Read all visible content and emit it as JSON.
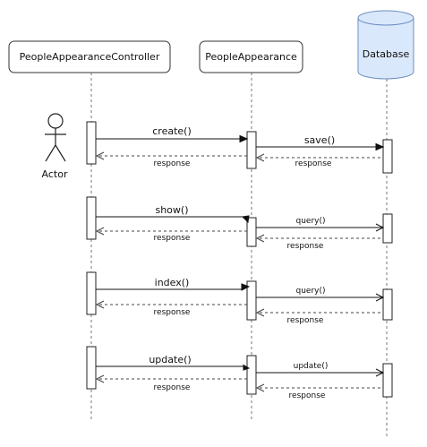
{
  "participants": {
    "controller": "PeopleAppearanceController",
    "model": "PeopleAppearance",
    "database": "Database",
    "actor": "Actor"
  },
  "colors": {
    "database_fill": "#dae8fc",
    "database_stroke": "#6c8ebf"
  },
  "messages": {
    "create": "create()",
    "create_response": "response",
    "save": "save()",
    "save_response": "response",
    "show": "show()",
    "show_response": "response",
    "show_query": "query()",
    "show_query_response": "response",
    "index": "index()",
    "index_response": "response",
    "index_query": "query()",
    "index_query_response": "response",
    "update": "update()",
    "update_response": "response",
    "update_db": "update()",
    "update_db_response": "response"
  }
}
